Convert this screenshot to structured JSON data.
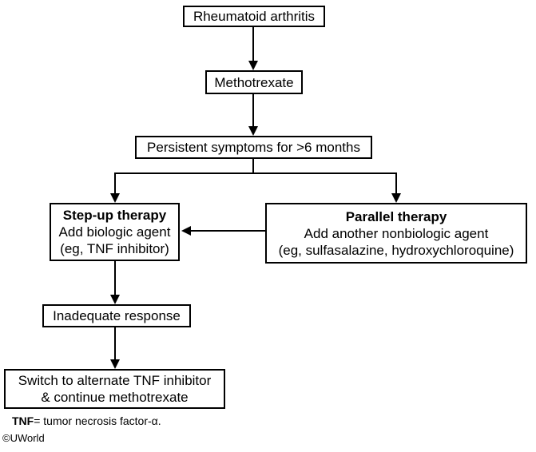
{
  "nodes": {
    "rheumatoid": {
      "label": "Rheumatoid arthritis"
    },
    "methotrexate": {
      "label": "Methotrexate"
    },
    "persistent": {
      "label": "Persistent symptoms for >6 months"
    },
    "stepup": {
      "title": "Step-up therapy",
      "line2": "Add biologic agent",
      "line3": "(eg, TNF inhibitor)"
    },
    "parallel": {
      "title": "Parallel therapy",
      "line2": "Add another nonbiologic agent",
      "line3": "(eg, sulfasalazine, hydroxychloroquine)"
    },
    "inadequate": {
      "label": "Inadequate response"
    },
    "switch": {
      "line1": "Switch to alternate TNF inhibitor",
      "line2": "& continue methotrexate"
    }
  },
  "edges": [
    {
      "from": "rheumatoid",
      "to": "methotrexate"
    },
    {
      "from": "methotrexate",
      "to": "persistent"
    },
    {
      "from": "persistent",
      "to": "stepup"
    },
    {
      "from": "persistent",
      "to": "parallel"
    },
    {
      "from": "parallel",
      "to": "stepup"
    },
    {
      "from": "stepup",
      "to": "inadequate"
    },
    {
      "from": "inadequate",
      "to": "switch"
    }
  ],
  "footnote": {
    "term": "TNF",
    "definition": "= tumor necrosis factor-α."
  },
  "copyright": "©UWorld",
  "colors": {
    "line": "#000000",
    "box_border": "#000000",
    "box_background": "#ffffff",
    "background": "#ffffff",
    "text": "#000000"
  }
}
